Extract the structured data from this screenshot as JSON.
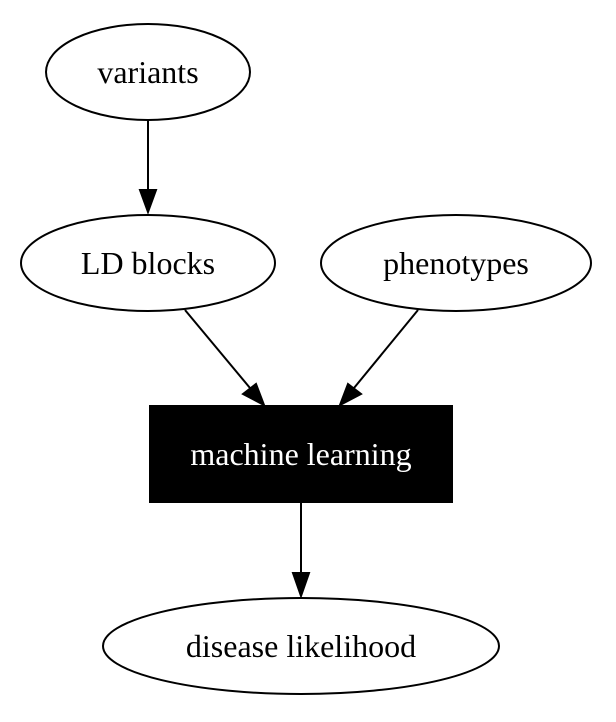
{
  "diagram": {
    "nodes": {
      "variants": {
        "label": "variants"
      },
      "ld_blocks": {
        "label": "LD blocks"
      },
      "phenotypes": {
        "label": "phenotypes"
      },
      "machine_learning": {
        "label": "machine learning"
      },
      "disease_likelihood": {
        "label": "disease likelihood"
      }
    },
    "edges": [
      {
        "from": "variants",
        "to": "ld_blocks"
      },
      {
        "from": "ld_blocks",
        "to": "machine_learning"
      },
      {
        "from": "phenotypes",
        "to": "machine_learning"
      },
      {
        "from": "machine_learning",
        "to": "disease_likelihood"
      }
    ],
    "colors": {
      "stroke": "#000000",
      "background": "#ffffff",
      "highlight_fill": "#000000",
      "highlight_text": "#ffffff"
    }
  }
}
